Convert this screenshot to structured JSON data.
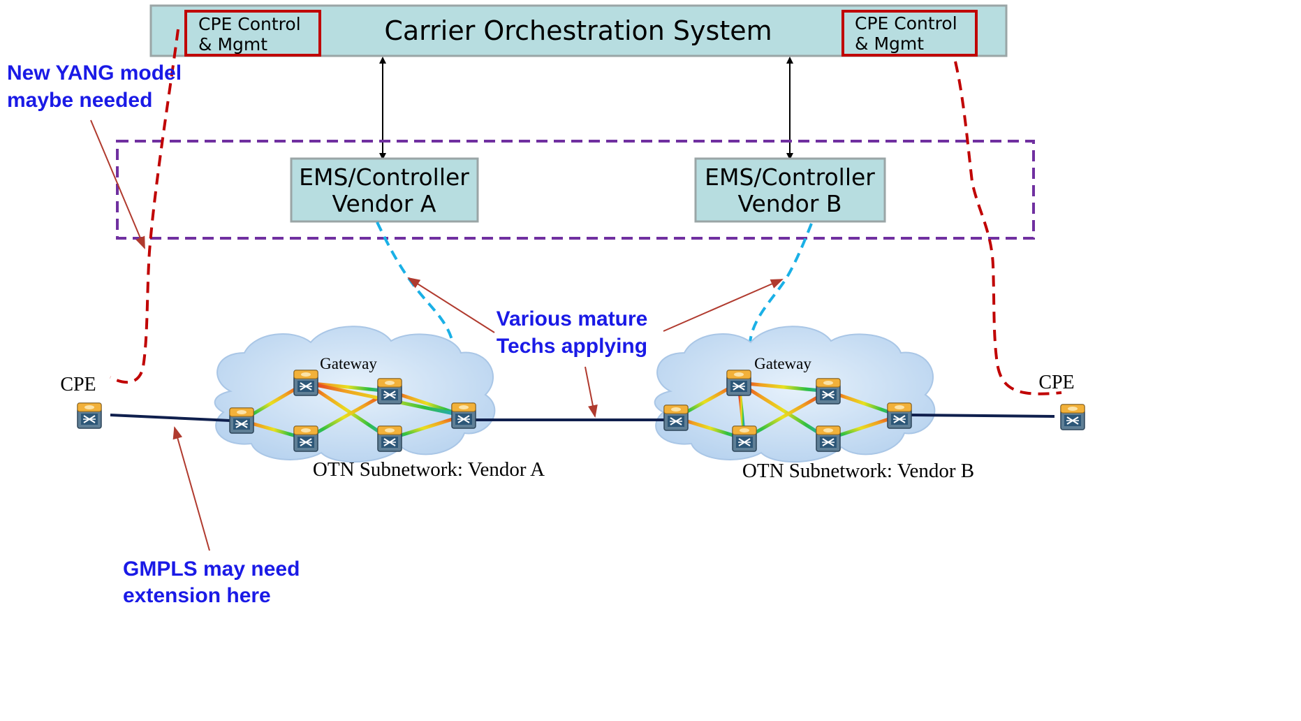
{
  "orchestrator": {
    "title": "Carrier Orchestration System",
    "cpe_mgmt_left": [
      "CPE Control",
      "& Mgmt"
    ],
    "cpe_mgmt_right": [
      "CPE Control",
      "& Mgmt"
    ]
  },
  "controllers": {
    "a": [
      "EMS/Controller",
      "Vendor A"
    ],
    "b": [
      "EMS/Controller",
      "Vendor B"
    ]
  },
  "network": {
    "cpe_left": "CPE",
    "cpe_right": "CPE",
    "gateway_a": "Gateway",
    "gateway_b": "Gateway",
    "subnet_a": "OTN Subnetwork: Vendor A",
    "subnet_b": "OTN Subnetwork: Vendor B"
  },
  "annotations": {
    "yang": [
      "New YANG model",
      "maybe needed"
    ],
    "mature": [
      "Various mature",
      "Techs applying"
    ],
    "gmpls": [
      "GMPLS may need",
      "extension here"
    ]
  },
  "colors": {
    "box_fill": "#b7dde0",
    "box_stroke": "#9aa5a6",
    "mgmt_border": "#c00000",
    "purple_dash": "#7030a0",
    "red_dash": "#c00000",
    "cyan_dash": "#1ab0e6",
    "annotation_text": "#1a1ae6",
    "link": "#0f1f4d",
    "arrow_red": "#b03a2e"
  }
}
